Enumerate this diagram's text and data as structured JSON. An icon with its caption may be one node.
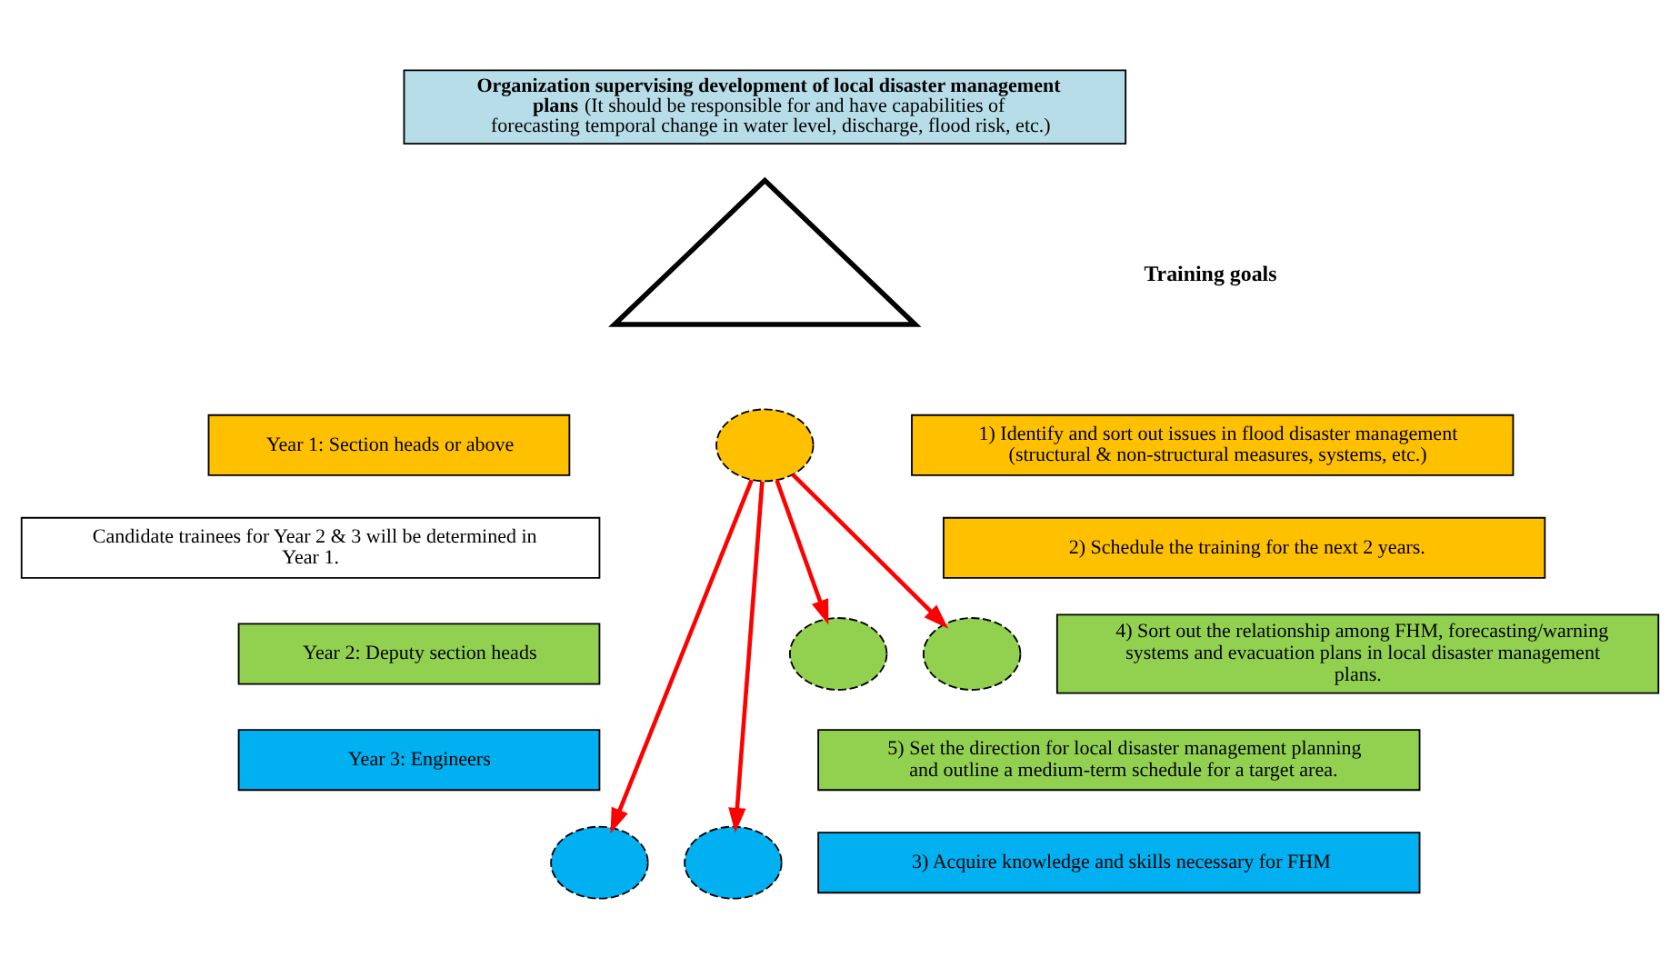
{
  "diagram": {
    "nodes": [
      {
        "text": [
          "**Organization supervising development of local disaster management plans** (It should be responsible for and have capabilities of forecasting temporal change in water level, discharge, flood risk, etc.)"
        ]
      },
      {
        "text": [],
        "shape": "triangle"
      },
      {
        "text": [
          "Year 1: Section heads or above"
        ]
      },
      {
        "text": [],
        "shape": "circle"
      },
      {
        "text": [
          "Candidate trainees for Year 2 & 3 will be determined in Year 1."
        ]
      },
      {
        "text": [
          "Year 2: Deputy section heads"
        ]
      },
      {
        "text": [],
        "shape": "circle"
      },
      {
        "text": [],
        "shape": "circle"
      },
      {
        "text": [
          "Year 3: Engineers"
        ]
      },
      {
        "text": [],
        "shape": "circle"
      },
      {
        "text": [],
        "shape": "circle"
      },
      {
        "text": [
          "1) Identify and sort out issues in flood disaster management (structural & non-structural measures, systems, etc.)"
        ]
      },
      {
        "text": [
          "2) Schedule the training for the next 2 years."
        ]
      },
      {
        "text": [
          "4) Sort out the relationship among FHM, forecasting/warning systems and evacuation plans in local disaster management plans."
        ]
      },
      {
        "text": [
          "5) Set the direction for local disaster management planning and outline a medium-term schedule for a target area."
        ]
      },
      {
        "text": [
          "3) Acquire knowledge and skills necessary for FHM"
        ]
      }
    ],
    "edges": [
      {
        "from": 3,
        "to": 6,
        "arrow": "to",
        "color": "#ff0000"
      },
      {
        "from": 3,
        "to": 9,
        "arrow": "to",
        "color": "#ff0000"
      },
      {
        "from": 3,
        "to": 10,
        "arrow": "to",
        "color": "#ff0000"
      },
      {
        "from": 3,
        "to": 7,
        "arrow": "to",
        "color": "#ff0000"
      }
    ],
    "labels": [
      "Training goals"
    ]
  }
}
